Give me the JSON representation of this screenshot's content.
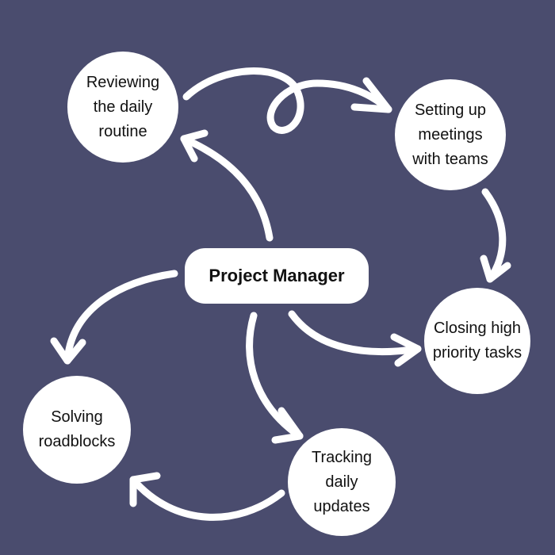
{
  "center": {
    "label": "Project Manager"
  },
  "nodes": [
    {
      "label": "Reviewing the daily routine"
    },
    {
      "label": "Setting up meetings with teams"
    },
    {
      "label": "Closing high priority tasks"
    },
    {
      "label": "Tracking daily updates"
    },
    {
      "label": "Solving roadblocks"
    }
  ],
  "colors": {
    "background": "#4a4c6e",
    "foreground": "#ffffff"
  }
}
